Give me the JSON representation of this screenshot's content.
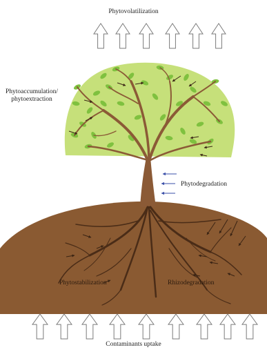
{
  "labels": {
    "phytovolatilization": "Phytovolatilization",
    "phytoaccumulation_line1": "Phytoaccumulation/",
    "phytoaccumulation_line2": "phytoextraction",
    "phytodegradation": "Phytodegradation",
    "phytostabilization": "Phytostabilization",
    "rhizodegradation": "Rhizodegradation",
    "contaminants_uptake": "Contaminants uptake"
  },
  "colors": {
    "canopy": "#c6e07a",
    "leaf": "#7fc13f",
    "trunk": "#8b5a36",
    "soil": "#8a5a32",
    "root": "#4a2c17",
    "blue_arrow": "#3a4fa8",
    "arrow_outline": "#7a7a7a"
  },
  "icons": {
    "up_arrow": "hollow-up-arrow-icon",
    "pointer_arrow": "dark-arrow-icon",
    "blue_arrow": "blue-left-arrow-icon"
  }
}
